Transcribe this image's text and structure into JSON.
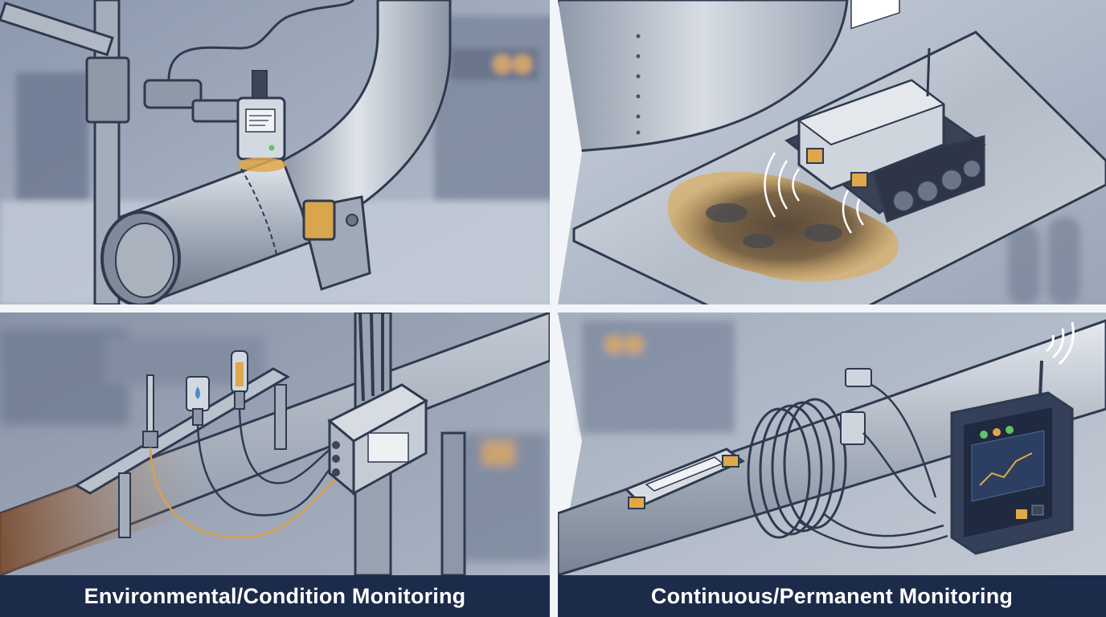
{
  "panels": [
    {
      "id": "top-left",
      "caption": ""
    },
    {
      "id": "top-right",
      "caption": ""
    },
    {
      "id": "bottom-left",
      "caption": "Environmental/Condition Monitoring"
    },
    {
      "id": "bottom-right",
      "caption": "Continuous/Permanent Monitoring"
    }
  ],
  "colors": {
    "background_blur": "#8f9bb0",
    "pipe_steel": "#b9c1cc",
    "outline": "#2f3a4f",
    "accent_orange": "#e0a84a",
    "caption_bar": "#1c2b4a",
    "rust": "#8a5a3a"
  }
}
